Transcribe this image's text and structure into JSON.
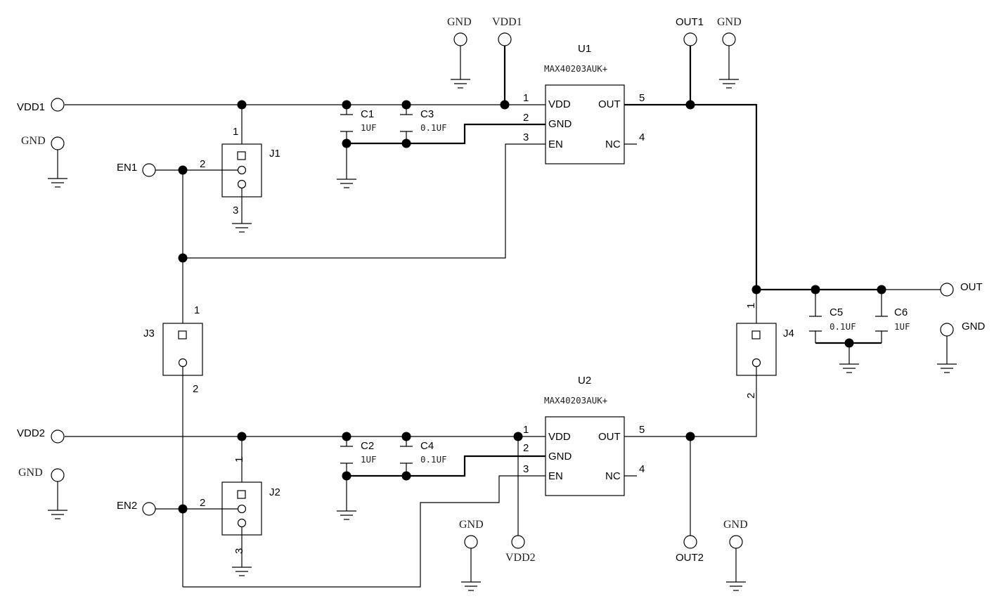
{
  "u1": {
    "ref": "U1",
    "part": "MAX40203AUK+",
    "pins": {
      "vdd": "VDD",
      "gnd": "GND",
      "en": "EN",
      "out": "OUT",
      "nc": "NC"
    },
    "pin_nums": {
      "vdd": "1",
      "gnd": "2",
      "en": "3",
      "out": "5",
      "nc": "4"
    }
  },
  "u2": {
    "ref": "U2",
    "part": "MAX40203AUK+",
    "pins": {
      "vdd": "VDD",
      "gnd": "GND",
      "en": "EN",
      "out": "OUT",
      "nc": "NC"
    },
    "pin_nums": {
      "vdd": "1",
      "gnd": "2",
      "en": "3",
      "out": "5",
      "nc": "4"
    }
  },
  "caps": {
    "c1": {
      "ref": "C1",
      "value": "1UF"
    },
    "c2": {
      "ref": "C2",
      "value": "1UF"
    },
    "c3": {
      "ref": "C3",
      "value": "0.1UF"
    },
    "c4": {
      "ref": "C4",
      "value": "0.1UF"
    },
    "c5": {
      "ref": "C5",
      "value": "0.1UF"
    },
    "c6": {
      "ref": "C6",
      "value": "1UF"
    }
  },
  "jumpers": {
    "j1": {
      "ref": "J1",
      "p1": "1",
      "p2": "2",
      "p3": "3"
    },
    "j2": {
      "ref": "J2",
      "p1": "1",
      "p2": "2",
      "p3": "3"
    },
    "j3": {
      "ref": "J3",
      "p1": "1",
      "p2": "2"
    },
    "j4": {
      "ref": "J4",
      "p1": "1",
      "p2": "2"
    }
  },
  "nets": {
    "vdd1": "VDD1",
    "vdd2": "VDD2",
    "gnd": "GND",
    "en1": "EN1",
    "en2": "EN2",
    "out1": "OUT1",
    "out2": "OUT2",
    "out": "OUT"
  }
}
